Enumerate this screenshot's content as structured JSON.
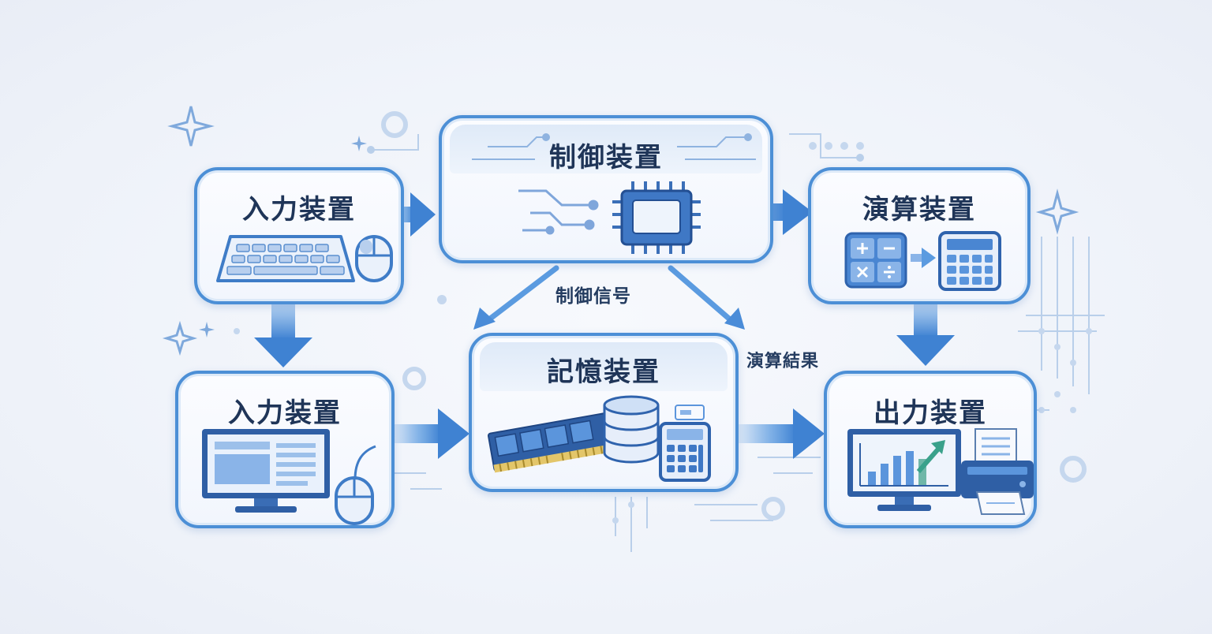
{
  "nodes": {
    "input_top": {
      "title": "入力装置",
      "icons": [
        "keyboard-icon",
        "mouse-icon"
      ]
    },
    "control": {
      "title": "制御装置",
      "icons": [
        "cpu-chip-icon",
        "circuit-trace-icon"
      ]
    },
    "arithmetic": {
      "title": "演算装置",
      "icons": [
        "calculator-keys-icon",
        "calculator-icon"
      ]
    },
    "input_bottom": {
      "title": "入力装置",
      "icons": [
        "monitor-icon",
        "mouse-icon"
      ]
    },
    "memory": {
      "title": "記憶装置",
      "icons": [
        "ram-module-icon",
        "database-icon",
        "calculator-icon"
      ]
    },
    "output": {
      "title": "出力装置",
      "icons": [
        "chart-monitor-icon",
        "printer-icon"
      ]
    }
  },
  "edge_labels": {
    "control_signal": "制御信号",
    "result": "演算結果"
  },
  "colors": {
    "accent": "#4c8fd6",
    "arrow": "#5b9be0",
    "text": "#1f3558",
    "background": "#f3f5fa"
  }
}
